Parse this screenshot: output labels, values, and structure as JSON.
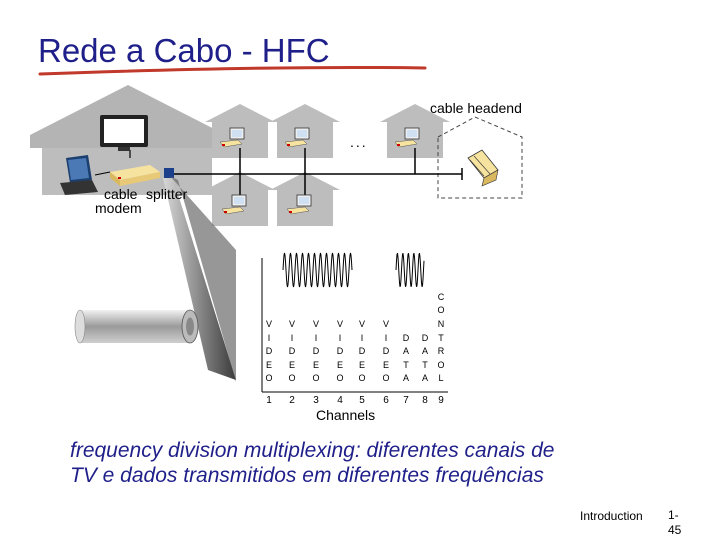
{
  "title": "Rede a Cabo - HFC",
  "labels": {
    "headend": "cable headend",
    "ellipsis": "...",
    "cable_modem_line1": "cable",
    "cable_modem_line2": "modem",
    "splitter": "splitter"
  },
  "channels": {
    "axis_label": "Channels",
    "columns": [
      {
        "number": "1",
        "letters": [
          "V",
          "I",
          "D",
          "E",
          "O"
        ]
      },
      {
        "number": "2",
        "letters": [
          "V",
          "I",
          "D",
          "E",
          "O"
        ]
      },
      {
        "number": "3",
        "letters": [
          "V",
          "I",
          "D",
          "E",
          "O"
        ]
      },
      {
        "number": "4",
        "letters": [
          "V",
          "I",
          "D",
          "E",
          "O"
        ]
      },
      {
        "number": "5",
        "letters": [
          "V",
          "I",
          "D",
          "E",
          "O"
        ]
      },
      {
        "number": "6",
        "letters": [
          "V",
          "I",
          "D",
          "E",
          "O"
        ]
      },
      {
        "number": "7",
        "letters": [
          "D",
          "A",
          "T",
          "A"
        ]
      },
      {
        "number": "8",
        "letters": [
          "D",
          "A",
          "T",
          "A"
        ]
      },
      {
        "number": "9",
        "letters": [
          "C",
          "O",
          "N",
          "T",
          "R",
          "O",
          "L"
        ]
      }
    ]
  },
  "caption_line1": "frequency division multiplexing: diferentes canais de",
  "caption_line2": "TV e dados transmitidos em diferentes frequências",
  "footer": {
    "section": "Introduction",
    "page_line1": "1-",
    "page_line2": "45"
  },
  "colors": {
    "title": "#1f1f8a",
    "underline": "#c0392b",
    "house": "#b4b4b4",
    "cable": "#000000"
  },
  "icons": [
    "tv-icon",
    "laptop-icon",
    "cable-modem-icon",
    "splitter-icon",
    "home-computer-icon",
    "headend-icon",
    "coax-cable-icon",
    "signal-wave-icon"
  ]
}
